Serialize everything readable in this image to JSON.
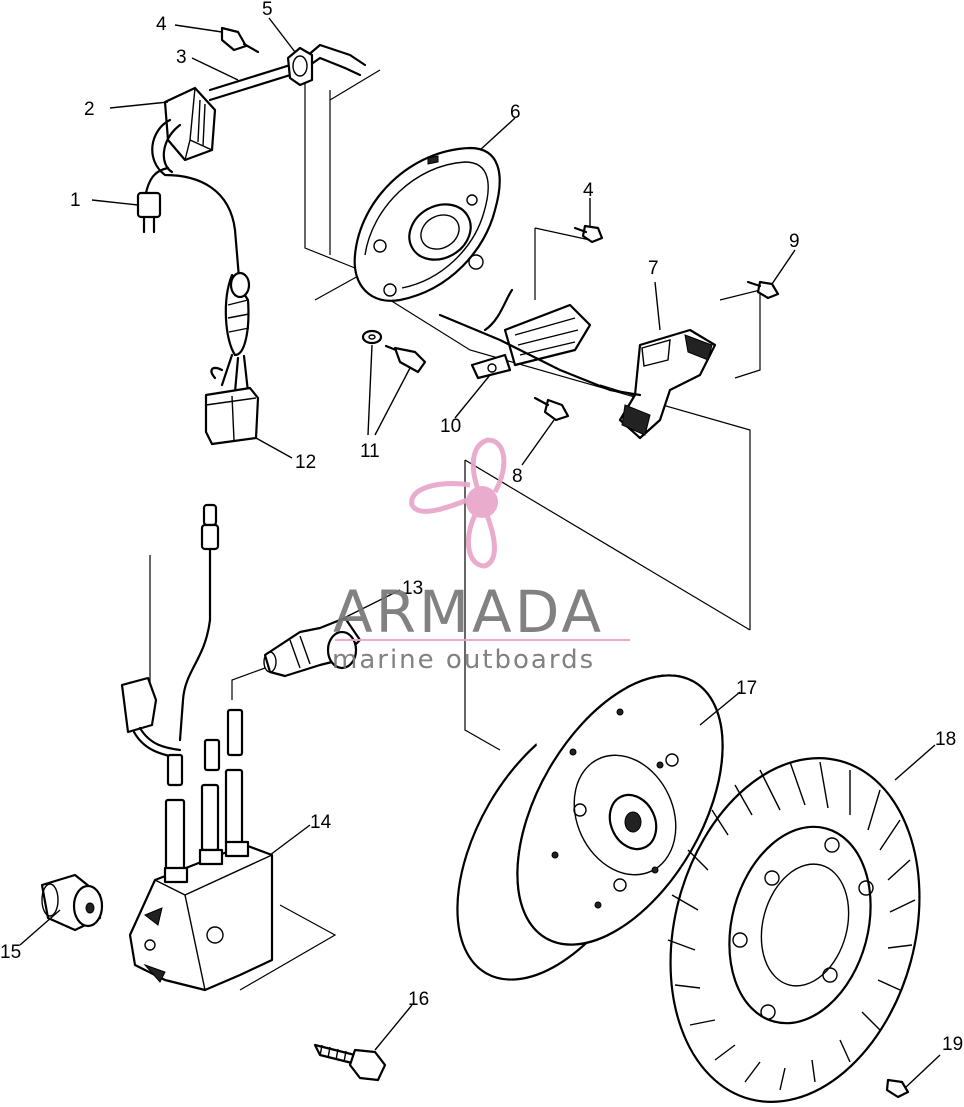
{
  "callouts": [
    {
      "id": "c1",
      "label": "1"
    },
    {
      "id": "c2",
      "label": "2"
    },
    {
      "id": "c3",
      "label": "3"
    },
    {
      "id": "c4a",
      "label": "4"
    },
    {
      "id": "c5",
      "label": "5"
    },
    {
      "id": "c6",
      "label": "6"
    },
    {
      "id": "c4b",
      "label": "4"
    },
    {
      "id": "c9",
      "label": "9"
    },
    {
      "id": "c7",
      "label": "7"
    },
    {
      "id": "c10",
      "label": "10"
    },
    {
      "id": "c11",
      "label": "11"
    },
    {
      "id": "c12",
      "label": "12"
    },
    {
      "id": "c8",
      "label": "8"
    },
    {
      "id": "c13",
      "label": "13"
    },
    {
      "id": "c17",
      "label": "17"
    },
    {
      "id": "c18",
      "label": "18"
    },
    {
      "id": "c14",
      "label": "14"
    },
    {
      "id": "c15",
      "label": "15"
    },
    {
      "id": "c16",
      "label": "16"
    },
    {
      "id": "c19",
      "label": "19"
    }
  ],
  "watermark": {
    "brand": "ARMADA",
    "tagline": "marine outboards",
    "logo_icon": "propeller-icon",
    "color": "#e9a6c8",
    "text_color": "#777777"
  }
}
